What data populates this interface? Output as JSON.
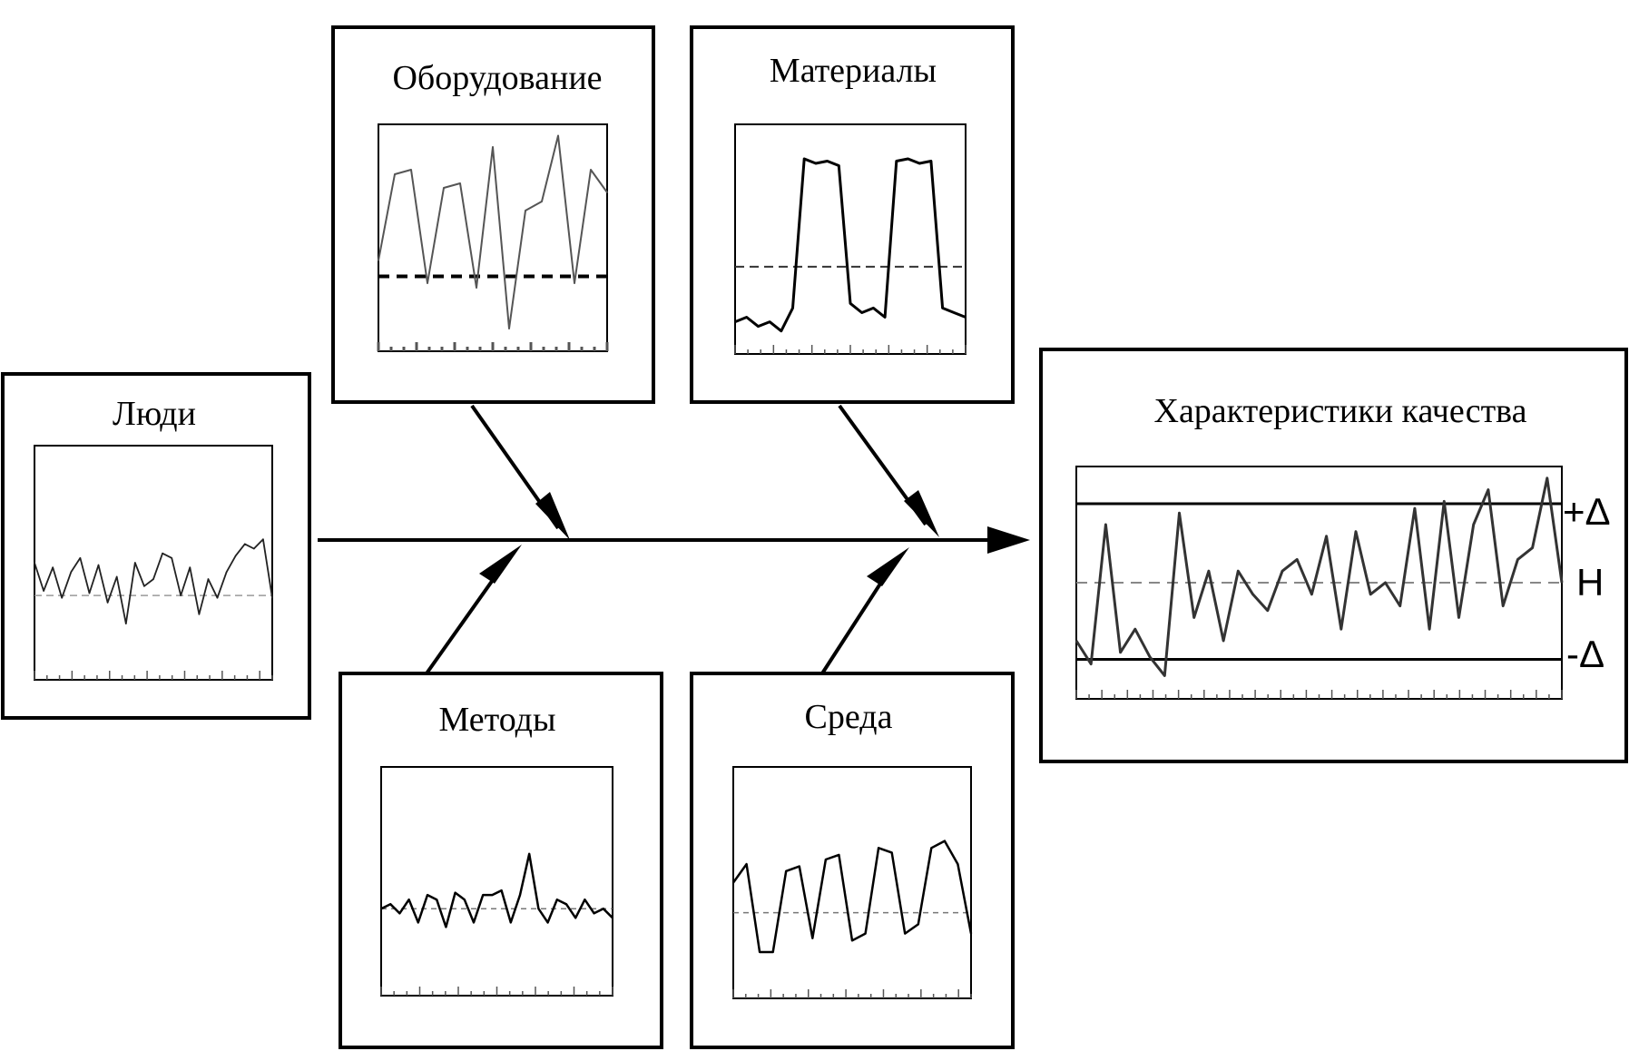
{
  "diagram": {
    "type": "cause-effect (fishbone)",
    "boxes": {
      "equipment": {
        "title": "Оборудование"
      },
      "materials": {
        "title": "Материалы"
      },
      "people": {
        "title": "Люди"
      },
      "methods": {
        "title": "Методы"
      },
      "environment": {
        "title": "Среда"
      },
      "quality": {
        "title": "Характеристики качества"
      }
    },
    "limits": {
      "upper": "+Δ",
      "nominal": "Н",
      "lower": "-Δ"
    }
  },
  "chart_data": [
    {
      "type": "line",
      "box": "equipment",
      "values": [
        0.4,
        0.78,
        0.8,
        0.3,
        0.72,
        0.74,
        0.28,
        0.9,
        0.1,
        0.62,
        0.66,
        0.95,
        0.3,
        0.8,
        0.7
      ],
      "ylim": [
        0,
        1
      ],
      "reference": 0.33
    },
    {
      "type": "line",
      "box": "materials",
      "values": [
        0.14,
        0.16,
        0.12,
        0.14,
        0.1,
        0.2,
        0.85,
        0.83,
        0.84,
        0.82,
        0.22,
        0.18,
        0.2,
        0.16,
        0.84,
        0.85,
        0.83,
        0.84,
        0.2,
        0.18,
        0.16
      ],
      "ylim": [
        0,
        1
      ],
      "reference": 0.38
    },
    {
      "type": "line",
      "box": "people",
      "values": [
        0.5,
        0.38,
        0.48,
        0.35,
        0.46,
        0.52,
        0.37,
        0.49,
        0.33,
        0.44,
        0.24,
        0.5,
        0.4,
        0.43,
        0.54,
        0.52,
        0.36,
        0.48,
        0.28,
        0.43,
        0.35,
        0.46,
        0.53,
        0.58,
        0.56,
        0.6,
        0.35
      ],
      "ylim": [
        0,
        1
      ],
      "reference": 0.36
    },
    {
      "type": "line",
      "box": "methods",
      "values": [
        0.38,
        0.4,
        0.36,
        0.42,
        0.32,
        0.44,
        0.42,
        0.3,
        0.45,
        0.42,
        0.32,
        0.44,
        0.44,
        0.46,
        0.32,
        0.44,
        0.62,
        0.38,
        0.32,
        0.42,
        0.4,
        0.34,
        0.42,
        0.36,
        0.38,
        0.34
      ],
      "ylim": [
        0,
        1
      ],
      "reference": 0.38
    },
    {
      "type": "line",
      "box": "environment",
      "values": [
        0.5,
        0.58,
        0.2,
        0.2,
        0.55,
        0.57,
        0.26,
        0.6,
        0.62,
        0.25,
        0.28,
        0.65,
        0.63,
        0.28,
        0.32,
        0.65,
        0.68,
        0.58,
        0.28
      ],
      "ylim": [
        0,
        1
      ],
      "reference": 0.37
    },
    {
      "type": "line",
      "box": "quality",
      "values": [
        0.25,
        0.15,
        0.75,
        0.2,
        0.3,
        0.18,
        0.1,
        0.8,
        0.35,
        0.55,
        0.25,
        0.55,
        0.45,
        0.38,
        0.55,
        0.6,
        0.45,
        0.7,
        0.3,
        0.72,
        0.45,
        0.5,
        0.4,
        0.82,
        0.3,
        0.85,
        0.35,
        0.75,
        0.9,
        0.4,
        0.6,
        0.65,
        0.95,
        0.5
      ],
      "ylim": [
        0,
        1
      ],
      "upper_limit": 0.84,
      "nominal": 0.5,
      "lower_limit": 0.17
    }
  ]
}
